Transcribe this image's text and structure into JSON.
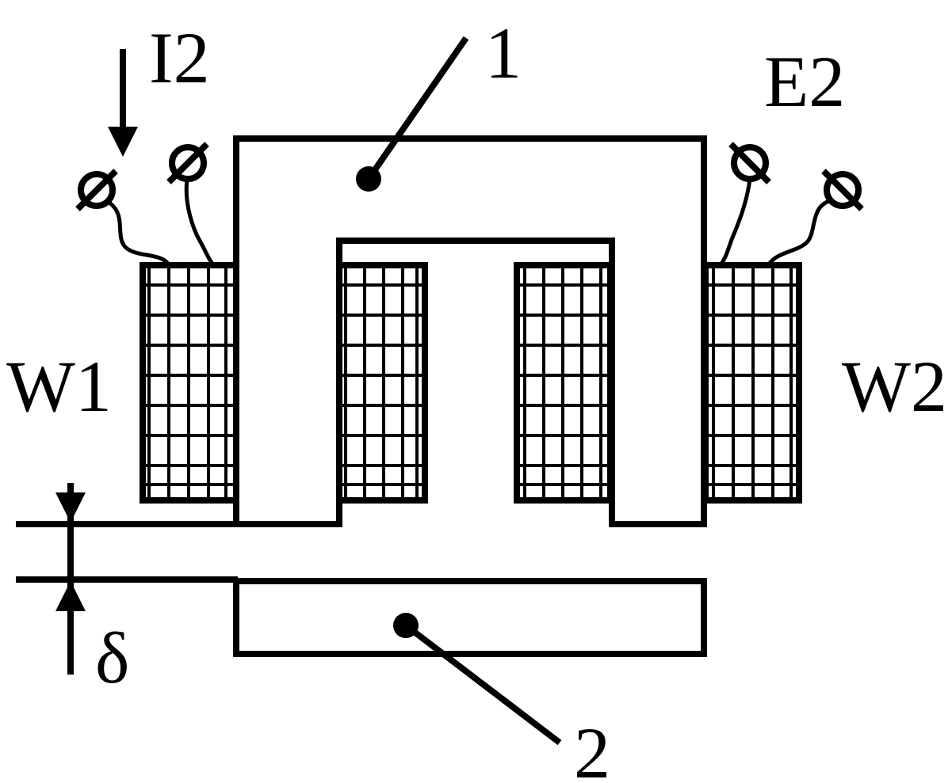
{
  "labels": {
    "core": "1",
    "armature": "2",
    "current": "I2",
    "emf": "E2",
    "winding_primary": "W1",
    "winding_secondary": "W2",
    "air_gap": "δ"
  }
}
